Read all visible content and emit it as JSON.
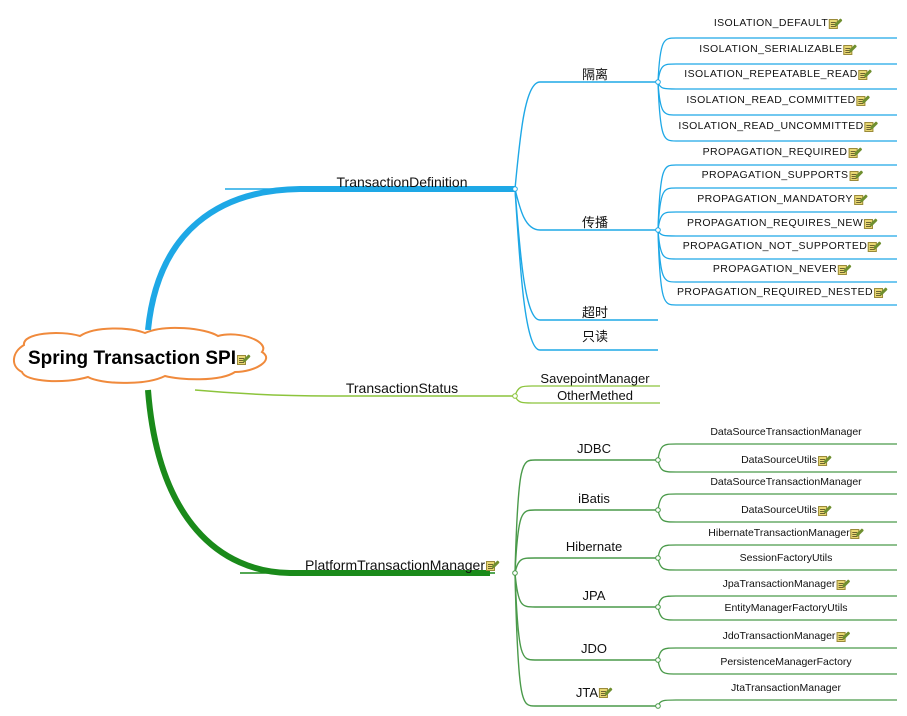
{
  "root": {
    "label": "Spring Transaction SPI",
    "has_note": true
  },
  "colors": {
    "definition_branch": "#1ea8e6",
    "status_branch": "#8cc43c",
    "manager_branch": "#1a8a1a",
    "manager_sub": "#4a9a4a",
    "root_outline": "#f08a3c"
  },
  "branches": {
    "definition": {
      "label": "TransactionDefinition",
      "children": [
        {
          "label": "隔离",
          "children": [
            {
              "label": "ISOLATION_DEFAULT",
              "note": true
            },
            {
              "label": "ISOLATION_SERIALIZABLE",
              "note": true
            },
            {
              "label": "ISOLATION_REPEATABLE_READ",
              "note": true
            },
            {
              "label": "ISOLATION_READ_COMMITTED",
              "note": true
            },
            {
              "label": "ISOLATION_READ_UNCOMMITTED",
              "note": true
            }
          ]
        },
        {
          "label": "传播",
          "children": [
            {
              "label": "PROPAGATION_REQUIRED",
              "note": true
            },
            {
              "label": "PROPAGATION_SUPPORTS",
              "note": true
            },
            {
              "label": "PROPAGATION_MANDATORY",
              "note": true
            },
            {
              "label": "PROPAGATION_REQUIRES_NEW",
              "note": true
            },
            {
              "label": "PROPAGATION_NOT_SUPPORTED",
              "note": true
            },
            {
              "label": "PROPAGATION_NEVER",
              "note": true
            },
            {
              "label": "PROPAGATION_REQUIRED_NESTED",
              "note": true
            }
          ]
        },
        {
          "label": "超时",
          "children": []
        },
        {
          "label": "只读",
          "children": []
        }
      ]
    },
    "status": {
      "label": "TransactionStatus",
      "children": [
        {
          "label": "SavepointManager"
        },
        {
          "label": "OtherMethed"
        }
      ]
    },
    "manager": {
      "label": "PlatformTransactionManager",
      "has_note": true,
      "children": [
        {
          "label": "JDBC",
          "note": false,
          "children": [
            {
              "label": "DataSourceTransactionManager",
              "note": false
            },
            {
              "label": "DataSourceUtils",
              "note": true
            }
          ]
        },
        {
          "label": "iBatis",
          "note": false,
          "children": [
            {
              "label": "DataSourceTransactionManager",
              "note": false
            },
            {
              "label": "DataSourceUtils",
              "note": true
            }
          ]
        },
        {
          "label": "Hibernate",
          "note": false,
          "children": [
            {
              "label": "HibernateTransactionManager",
              "note": true
            },
            {
              "label": "SessionFactoryUtils",
              "note": false
            }
          ]
        },
        {
          "label": "JPA",
          "note": false,
          "children": [
            {
              "label": "JpaTransactionManager",
              "note": true
            },
            {
              "label": "EntityManagerFactoryUtils",
              "note": false
            }
          ]
        },
        {
          "label": "JDO",
          "note": false,
          "children": [
            {
              "label": "JdoTransactionManager",
              "note": true
            },
            {
              "label": "PersistenceManagerFactory",
              "note": false
            }
          ]
        },
        {
          "label": "JTA",
          "note": true,
          "children": [
            {
              "label": "JtaTransactionManager",
              "note": false
            }
          ]
        }
      ]
    }
  }
}
